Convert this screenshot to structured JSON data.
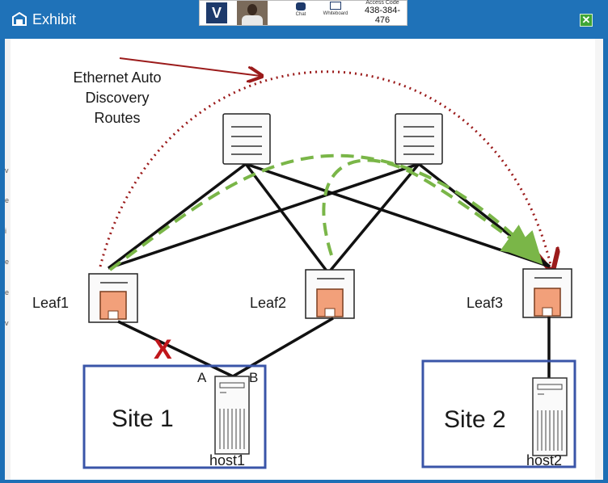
{
  "window": {
    "title": "Exhibit"
  },
  "toolbar": {
    "logo": "V",
    "chat_label": "Chat",
    "whiteboard_label": "Whiteboard",
    "access_code_label": "Access Code",
    "access_code_value": "438-384-476"
  },
  "side_fragments": [
    "v",
    "e",
    "i",
    "e",
    "e",
    "v"
  ],
  "diagram": {
    "annotation_lines": [
      "Ethernet Auto",
      "Discovery",
      "Routes"
    ],
    "leaf1_label": "Leaf1",
    "leaf2_label": "Leaf2",
    "leaf3_label": "Leaf3",
    "site1_label": "Site 1",
    "site2_label": "Site 2",
    "host1_label": "host1",
    "host2_label": "host2",
    "link_a_label": "A",
    "link_b_label": "B",
    "failure_mark": "X"
  },
  "colors": {
    "titlebar": "#1f72b8",
    "site_border": "#3a55a8",
    "evpn_route": "#7ab648",
    "ad_route_arc": "#9b1b1b",
    "leaf_box": "#f2a07a",
    "failure": "#c0161b"
  }
}
